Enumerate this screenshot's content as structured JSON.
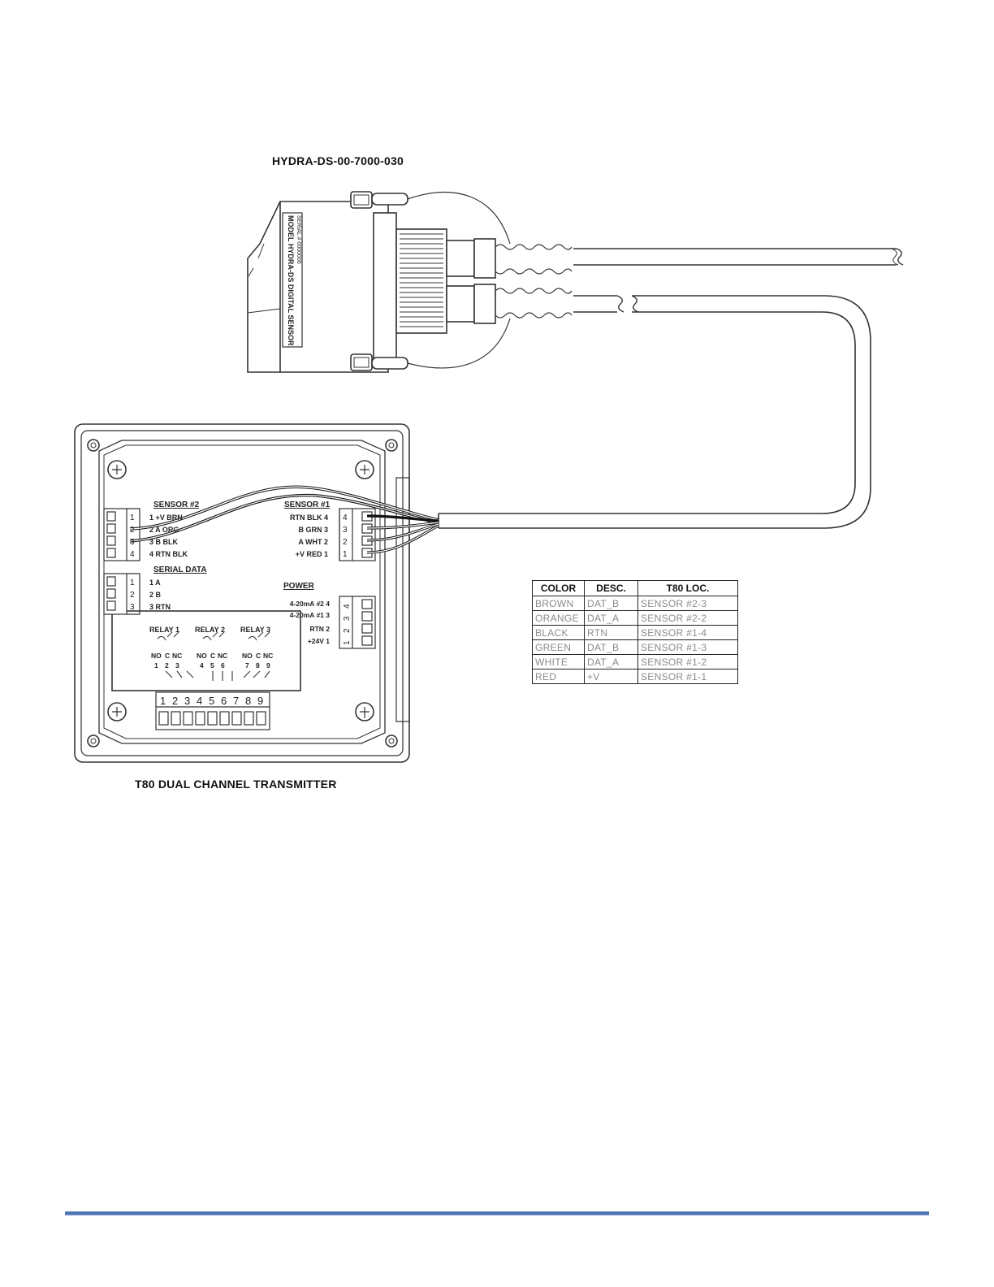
{
  "sensor": {
    "title": "HYDRA-DS-00-7000-030",
    "label_lines": [
      "MODEL HYDRA-DS DIGITAL SENSOR",
      "SERIAL # 0000000"
    ]
  },
  "transmitter": {
    "title": "T80 DUAL CHANNEL TRANSMITTER",
    "sensor2": {
      "heading": "SENSOR #2",
      "numbers": [
        "1",
        "2",
        "3",
        "4"
      ],
      "pins": [
        "1 +V BRN",
        "2 A ORG",
        "3 B BLK",
        "4 RTN BLK"
      ]
    },
    "sensor1": {
      "heading": "SENSOR #1",
      "numbers": [
        "4",
        "3",
        "2",
        "1"
      ],
      "pins": [
        "RTN BLK 4",
        "B GRN 3",
        "A WHT 2",
        "+V RED 1"
      ]
    },
    "serial": {
      "heading": "SERIAL DATA",
      "numbers": [
        "1",
        "2",
        "3"
      ],
      "pins": [
        "1 A",
        "2 B",
        "3 RTN"
      ]
    },
    "power": {
      "heading": "POWER",
      "numbers": [
        "4",
        "3",
        "2",
        "1"
      ],
      "pins": [
        "4-20mA #2 4",
        "4-20mA #1 3",
        "RTN 2",
        "+24V 1"
      ]
    },
    "relays": {
      "labels": [
        "RELAY 1",
        "RELAY 2",
        "RELAY 3"
      ],
      "contacts": [
        "NO",
        "C",
        "NC"
      ],
      "numbers": [
        "1",
        "2",
        "3",
        "4",
        "5",
        "6",
        "7",
        "8",
        "9"
      ]
    },
    "bottom_block": {
      "numbers": [
        "1",
        "2",
        "3",
        "4",
        "5",
        "6",
        "7",
        "8",
        "9"
      ]
    }
  },
  "wire_table": {
    "headers": [
      "COLOR",
      "DESC.",
      "T80 LOC."
    ],
    "rows": [
      [
        "BROWN",
        "DAT_B",
        "SENSOR #2-3"
      ],
      [
        "ORANGE",
        "DAT_A",
        "SENSOR #2-2"
      ],
      [
        "BLACK",
        "RTN",
        "SENSOR #1-4"
      ],
      [
        "GREEN",
        "DAT_B",
        "SENSOR #1-3"
      ],
      [
        "WHITE",
        "DAT_A",
        "SENSOR #1-2"
      ],
      [
        "RED",
        "+V",
        "SENSOR #1-1"
      ]
    ]
  },
  "colors": {
    "line": "#333333",
    "footer_rule": "#4f74b3"
  }
}
